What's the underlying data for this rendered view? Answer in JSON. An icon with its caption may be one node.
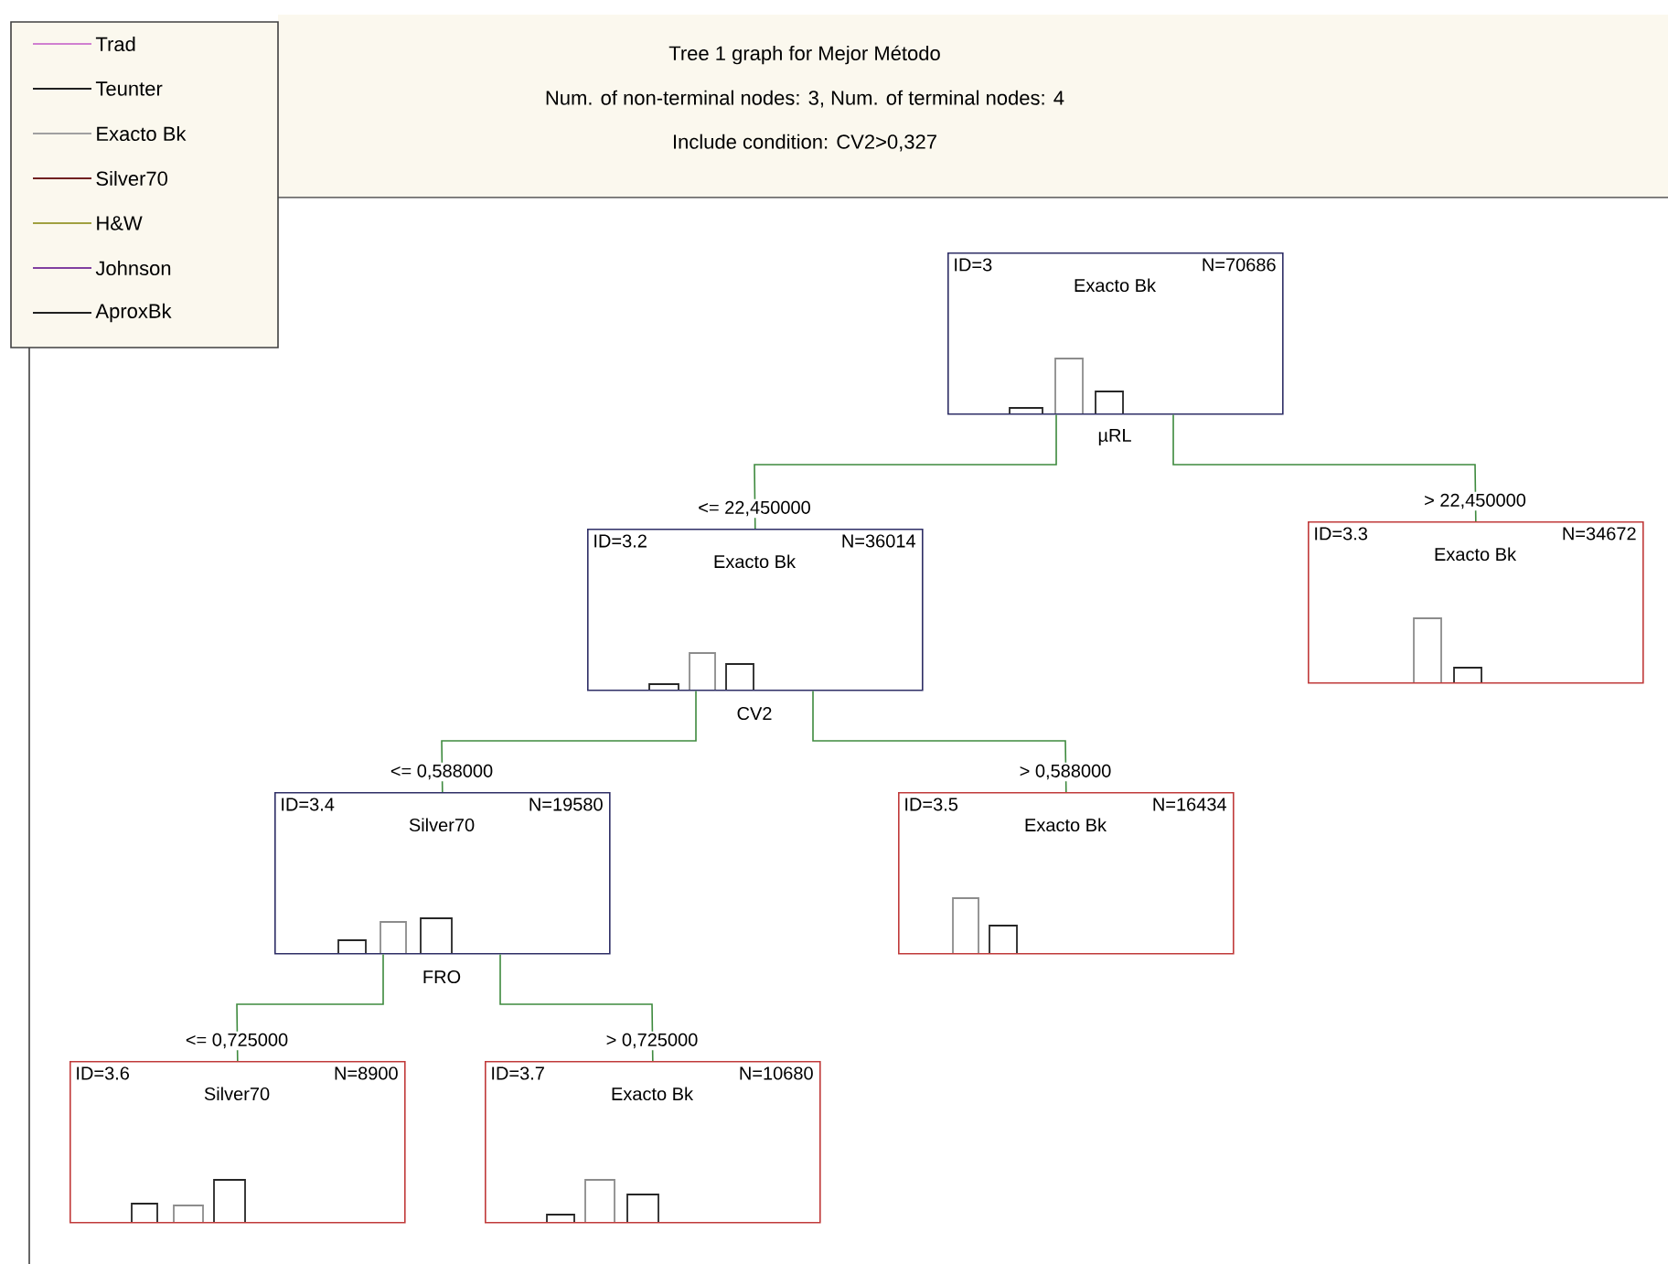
{
  "diagram": {
    "title": "Tree 1 graph for Mejor Método",
    "nodes": [
      {
        "text": [
          "ID=3",
          "N=70686",
          "Exacto Bk"
        ],
        "beside": [
          "µRL"
        ]
      },
      {
        "text": [
          "ID=3.2",
          "N=36014",
          "Exacto Bk"
        ],
        "beside": [
          "CV2"
        ]
      },
      {
        "text": [
          "ID=3.3",
          "N=34672",
          "Exacto Bk"
        ]
      },
      {
        "text": [
          "ID=3.4",
          "N=19580",
          "Silver70"
        ],
        "beside": [
          "FRO"
        ]
      },
      {
        "text": [
          "ID=3.5",
          "N=16434",
          "Exacto Bk"
        ]
      },
      {
        "text": [
          "ID=3.6",
          "N=8900",
          "Silver70"
        ]
      },
      {
        "text": [
          "ID=3.7",
          "N=10680",
          "Exacto Bk"
        ]
      }
    ],
    "edges": [
      {
        "from": 0,
        "to": 1,
        "arrow": "none",
        "label": "<= 22,450000"
      },
      {
        "from": 0,
        "to": 2,
        "arrow": "none",
        "label": "> 22,450000"
      },
      {
        "from": 1,
        "to": 3,
        "arrow": "none",
        "label": "<= 0,588000"
      },
      {
        "from": 1,
        "to": 4,
        "arrow": "none",
        "label": "> 0,588000"
      },
      {
        "from": 3,
        "to": 5,
        "arrow": "none",
        "label": "<= 0,725000"
      },
      {
        "from": 3,
        "to": 6,
        "arrow": "none",
        "label": "> 0,725000"
      }
    ],
    "labels": [
      "Num. of non-terminal nodes: 3,  Num. of terminal nodes: 4",
      "Include condition: CV2>0,327"
    ],
    "legend": [
      {
        "text": "Trad"
      },
      {
        "text": "Teunter"
      },
      {
        "text": "Exacto Bk"
      },
      {
        "text": "Silver70"
      },
      {
        "text": "H&W"
      },
      {
        "text": "Johnson"
      },
      {
        "text": "AproxBk"
      }
    ]
  }
}
